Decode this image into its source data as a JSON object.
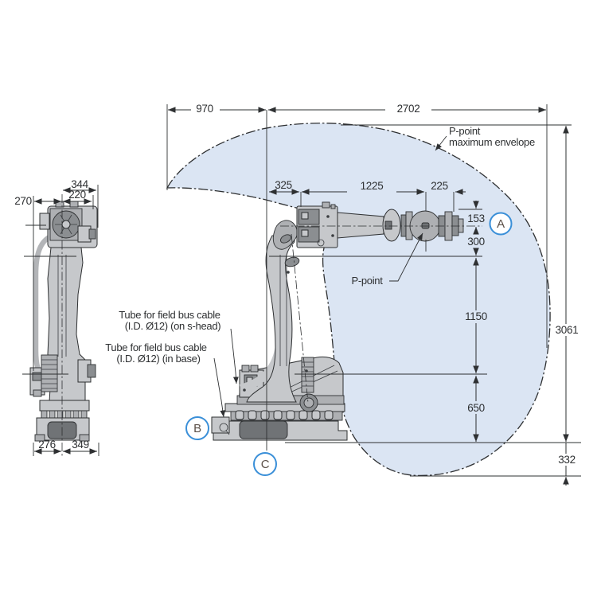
{
  "diagram_title": "Industrial robot dimensions and P-point working envelope",
  "labels": {
    "p_point": "P-point",
    "envelope_line1": "P-point",
    "envelope_line2": "maximum envelope",
    "tube_shead_line1": "Tube for field bus cable",
    "tube_shead_line2": "(I.D. Ø12) (on s-head)",
    "tube_base_line1": "Tube for field bus cable",
    "tube_base_line2": "(I.D. Ø12) (in base)"
  },
  "markers": {
    "a": "A",
    "b": "B",
    "c": "C"
  },
  "dims": {
    "top_left": "970",
    "top_right": "2702",
    "arm_rear": "325",
    "arm_main": "1225",
    "wrist": "225",
    "wrist_up": "153",
    "shoulder_down": "300",
    "column": "1150",
    "base_up": "650",
    "total": "3061",
    "below": "332",
    "side_head": "344",
    "side_motor": "220",
    "side_rear": "270",
    "side_base_rear": "276",
    "side_base_front": "349"
  },
  "colors": {
    "envelope_fill": "#dbe5f3",
    "marker_blue": "#3a8fd8",
    "line": "#2e3032",
    "robot_light": "#c6c8cb",
    "robot_dark": "#8b8e91"
  }
}
